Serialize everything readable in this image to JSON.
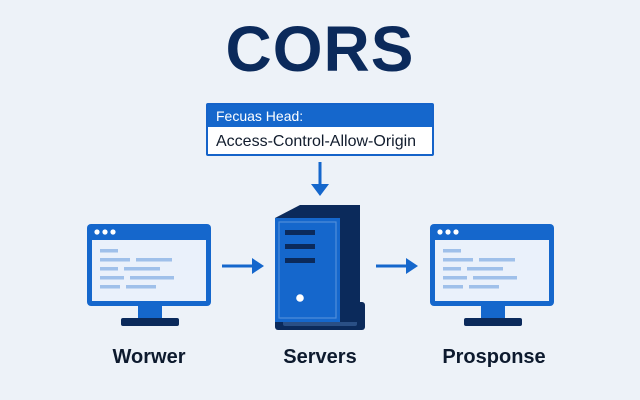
{
  "title": "CORS",
  "header_box": {
    "label": "Fecuas Head:",
    "value": "Access-Control-Allow-Origin"
  },
  "nodes": [
    {
      "id": "client",
      "label": "Worwer",
      "icon": "monitor-icon"
    },
    {
      "id": "server",
      "label": "Servers",
      "icon": "server-icon"
    },
    {
      "id": "response",
      "label": "Prosponse",
      "icon": "monitor-icon"
    }
  ],
  "colors": {
    "primary": "#1567cc",
    "dark_navy": "#0b2a5b",
    "background": "#edf2f8",
    "screen_fill": "#eaf1fb",
    "line_fill": "#9fc0ea"
  }
}
